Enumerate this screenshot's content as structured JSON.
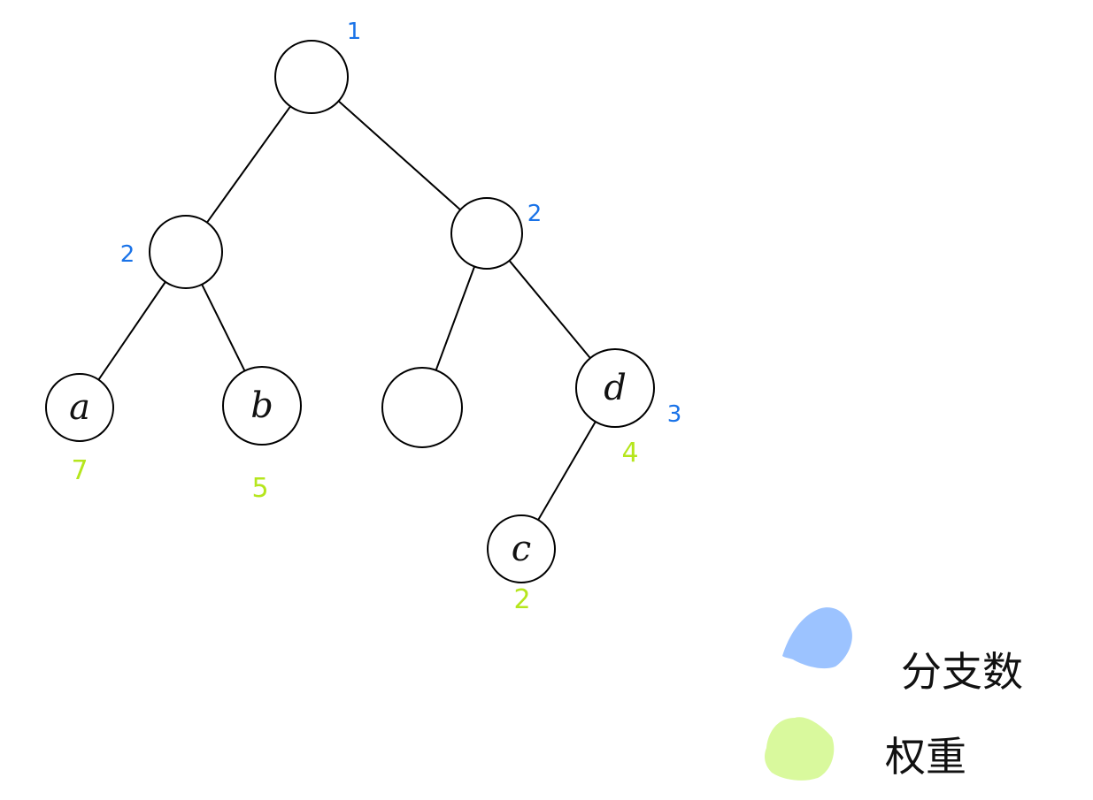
{
  "colors": {
    "line": "#000000",
    "branch_count": "#1a73e8",
    "branch_swatch": "#9cc3ff",
    "weight": "#b5e61d",
    "weight_swatch": "#d9f99d"
  },
  "nodes": [
    {
      "id": "root",
      "label": "",
      "branch_count": "1",
      "weight": ""
    },
    {
      "id": "left",
      "label": "",
      "branch_count": "2",
      "weight": ""
    },
    {
      "id": "right",
      "label": "",
      "branch_count": "2",
      "weight": ""
    },
    {
      "id": "a",
      "label": "a",
      "branch_count": "",
      "weight": "7"
    },
    {
      "id": "b",
      "label": "b",
      "branch_count": "",
      "weight": "5"
    },
    {
      "id": "empty",
      "label": "",
      "branch_count": "",
      "weight": ""
    },
    {
      "id": "d",
      "label": "d",
      "branch_count": "3",
      "weight": "4"
    },
    {
      "id": "c",
      "label": "c",
      "branch_count": "",
      "weight": "2"
    }
  ],
  "edges": [
    [
      "root",
      "left"
    ],
    [
      "root",
      "right"
    ],
    [
      "left",
      "a"
    ],
    [
      "left",
      "b"
    ],
    [
      "right",
      "empty"
    ],
    [
      "right",
      "d"
    ],
    [
      "d",
      "c"
    ]
  ],
  "legend": {
    "branch_count_label": "分支数",
    "weight_label": "权重"
  }
}
